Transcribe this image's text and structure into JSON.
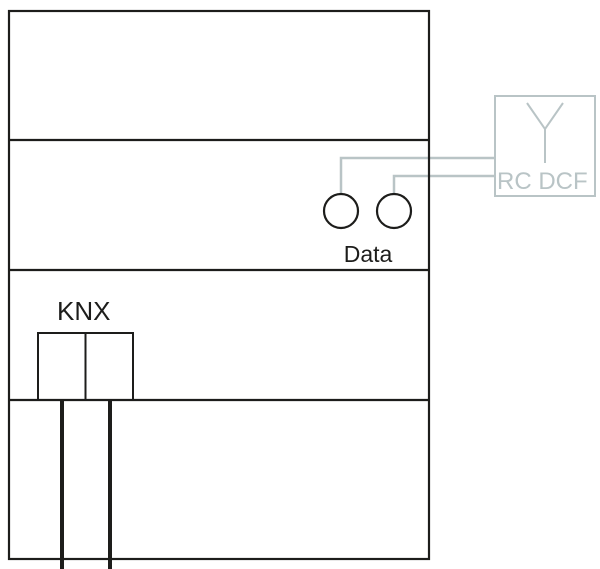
{
  "colors": {
    "device_line": "#1d1d1b",
    "accessory_line": "#b9c4c6",
    "background": "#ffffff"
  },
  "device": {
    "section_count": 4,
    "data_label": "Data",
    "knx_label": "KNX"
  },
  "accessory": {
    "label": "RC DCF",
    "icon": "antenna-icon"
  }
}
